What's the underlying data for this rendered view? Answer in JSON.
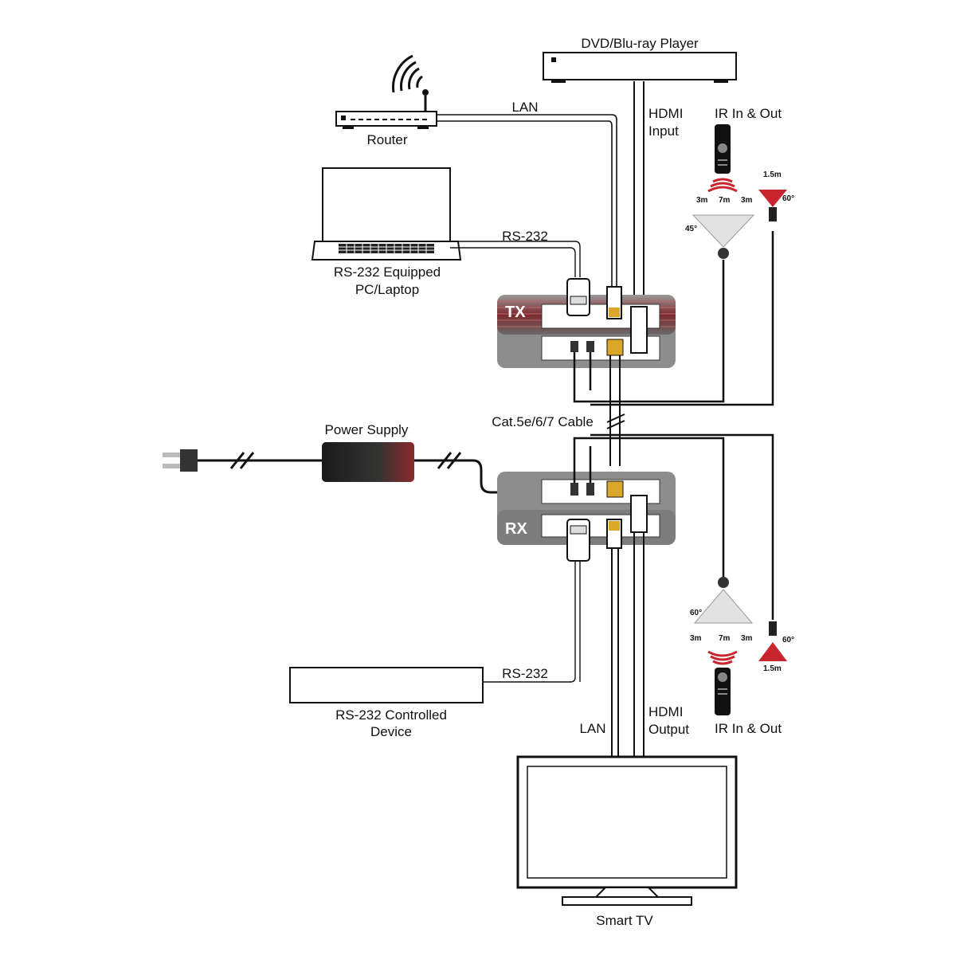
{
  "labels": {
    "dvd": "DVD/Blu-ray Player",
    "lan_top": "LAN",
    "router": "Router",
    "hdmi_input_1": "HDMI",
    "hdmi_input_2": "Input",
    "ir_top": "IR In & Out",
    "rs232_top": "RS-232",
    "pc_1": "RS-232 Equipped",
    "pc_2": "PC/Laptop",
    "tx": "TX",
    "rx": "RX",
    "cable": "Cat.5e/6/7 Cable",
    "power": "Power Supply",
    "rs232_bottom": "RS-232",
    "device_1": "RS-232 Controlled",
    "device_2": "Device",
    "lan_bottom": "LAN",
    "hdmi_output_1": "HDMI",
    "hdmi_output_2": "Output",
    "ir_bottom": "IR In & Out",
    "tv": "Smart TV"
  },
  "ir_specs": {
    "top_left_1": "3m",
    "top_mid": "7m",
    "top_right_1": "3m",
    "top_angle_left": "45°",
    "top_dist": "1.5m",
    "top_angle_right": "60°",
    "bot_angle_left": "60°",
    "bot_left_1": "3m",
    "bot_mid": "7m",
    "bot_right_1": "3m",
    "bot_dist": "1.5m",
    "bot_angle_right": "60°"
  },
  "colors": {
    "accent": "#c8262e",
    "box_grey": "#8d8d8d",
    "box_dark": "#555555",
    "cable": "#222222"
  },
  "icons": [
    "router-icon",
    "wifi-icon",
    "laptop-icon",
    "remote-icon",
    "ir-sensor-icon",
    "ir-emitter-icon",
    "power-adapter-icon",
    "plug-icon",
    "tv-icon"
  ]
}
